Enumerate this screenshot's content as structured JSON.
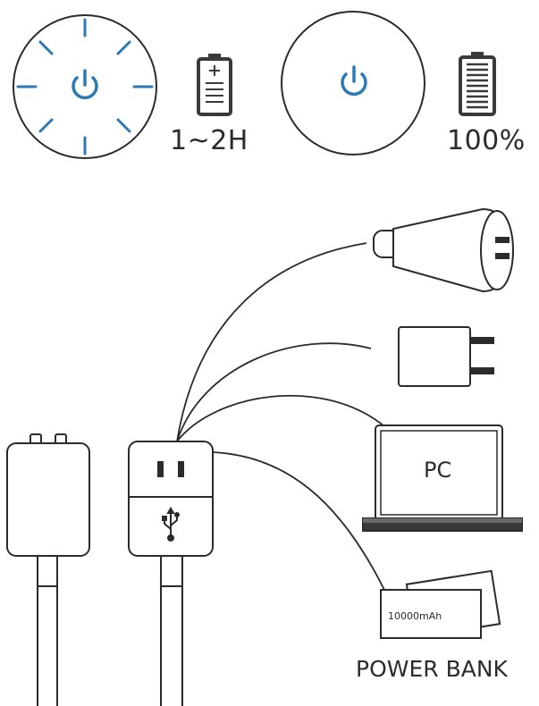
{
  "charging": {
    "charging_time": "1~2H",
    "full_level": "100%"
  },
  "sources": {
    "pc": "PC",
    "power_bank_capacity": "10000mAh",
    "power_bank": "POWER BANK"
  },
  "colors": {
    "indicator_blue": "#2a7ab8",
    "line": "#2b2b2b"
  },
  "icons": [
    "power-icon",
    "battery-charging-icon",
    "battery-full-icon",
    "usb-icon"
  ]
}
